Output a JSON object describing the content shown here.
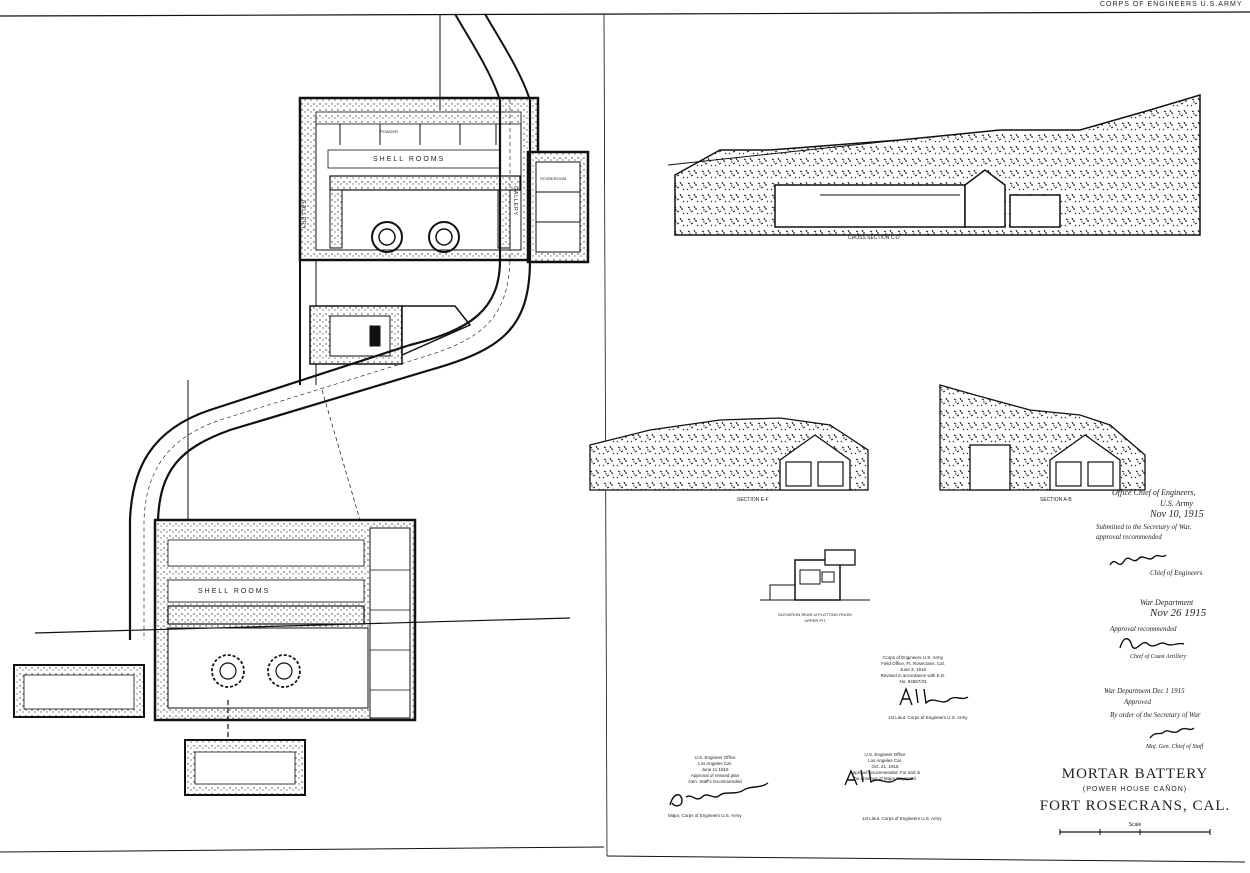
{
  "header": {
    "stamp": "CORPS OF ENGINEERS  U.S.ARMY"
  },
  "plan": {
    "shell_rooms_upper": "SHELL ROOMS",
    "shell_rooms_lower": "SHELL ROOMS",
    "gallery_left": "GALLERY",
    "gallery_right": "GALLERY",
    "powder": "POWDER",
    "storeroom": "STOREROOM"
  },
  "sections": {
    "cross_cd": "CROSS SECTION C-D",
    "section_ef": "SECTION E-F",
    "section_ab": "SECTION A-B",
    "elevation_line1": "ELEVATION REAR of PLOTTING ROOM",
    "elevation_line2": "UPPER PIT"
  },
  "approvals": {
    "chief_office": "Office Chief of Engineers,",
    "chief_army": "U.S. Army",
    "chief_date": "Nov 10, 1915",
    "chief_submitted": "Submitted to the Secretary of War,",
    "chief_approval": "approval recommended",
    "chief_title": "Chief of Engineers",
    "wardept_label": "War Department",
    "wardept_date": "Nov 26 1915",
    "wardept_approval": "Approval recommended",
    "wardept_title": "Chief of Coast Artillery",
    "war_dec_line": "War Department Dec 1 1915",
    "war_dec_approved": "Approved",
    "war_dec_by_order": "By order of the Secretary of War",
    "war_dec_title": "Maj. Gen. Chief of Staff",
    "corps_line1": "Corps of Engineers U.S. Army",
    "corps_line2": "Field Office, Ft. Rosecrans, Cal.",
    "corps_line3": "June 3, 1916",
    "corps_line4": "Revised in accordance with E.D.",
    "corps_line5": "No. 94557/33",
    "corps_sig_title": "1st Lieut. Corps of Engineers U.S. Army",
    "usedo_line1": "U.S. Engineer Office",
    "usedo_line2": "Los Angeles Cal.",
    "usedo_line3": "June 11 1915",
    "usedo_line4": "Approval of revised plan",
    "usedo_line5": "Gen. Staff's recommended",
    "usedo_sig_title": "Major, Corps of Engineers U.S. Army",
    "usedo2_line1": "U.S. Engineer Office",
    "usedo2_line2": "Los Angeles Cal.",
    "usedo2_line3": "Oct. 21, 1915",
    "usedo2_line4": "Approval recommended. For and in",
    "usedo2_line5": "the absence of Major Raymond.",
    "usedo2_sig_title": "1st Lieut. Corps of Engineers U.S. Army"
  },
  "title_block": {
    "title": "MORTAR BATTERY",
    "subtitle": "(POWER HOUSE CAÑON)",
    "location": "FORT ROSECRANS, CAL.",
    "scale": "Scale"
  }
}
